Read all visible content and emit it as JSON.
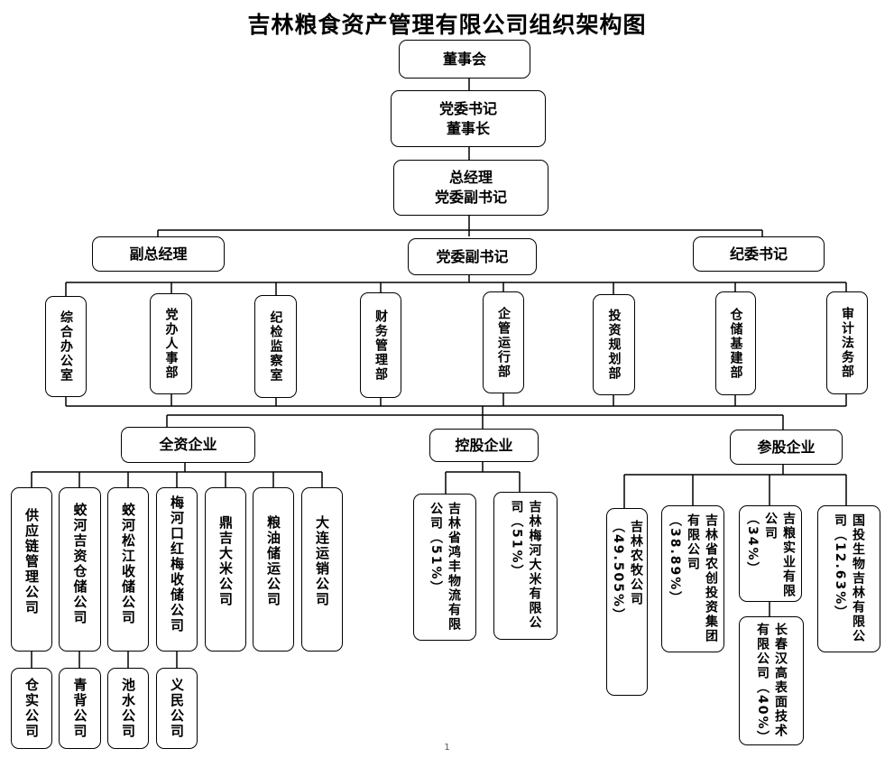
{
  "title": "吉林粮食资产管理有限公司组织架构图",
  "board": "董事会",
  "secretary": [
    "党委书记",
    "董事长"
  ],
  "gm": [
    "总经理",
    "党委副书记"
  ],
  "deputies": [
    "副总经理",
    "党委副书记",
    "纪委书记"
  ],
  "departments": [
    "综合办公室",
    "党办人事部",
    "纪检监察室",
    "财务管理部",
    "企管运行部",
    "投资规划部",
    "仓储基建部",
    "审计法务部"
  ],
  "groups": [
    "全资企业",
    "控股企业",
    "参股企业"
  ],
  "wholly_owned": [
    "供应链管理公司",
    "蛟河吉资仓储公司",
    "蛟河松江收储公司",
    "梅河口红梅收储公司",
    "鼎吉大米公司",
    "粮油储运公司",
    "大连运销公司"
  ],
  "wholly_sub": [
    "仓实公司",
    "青背公司",
    "池水公司",
    "义民公司"
  ],
  "holding": [
    "吉林省鸿丰物流有限公司（51%）",
    "吉林梅河大米有限公司（51%）"
  ],
  "equity": [
    "吉林农牧公司（49.505%）",
    "吉林省农创投资集团有限公司（38.89%）",
    "吉粮实业有限公司（34%）",
    "长春汉高表面技术有限公司（40%）",
    "国投生物吉林有限公司（12.63%）"
  ],
  "page_number": "1"
}
